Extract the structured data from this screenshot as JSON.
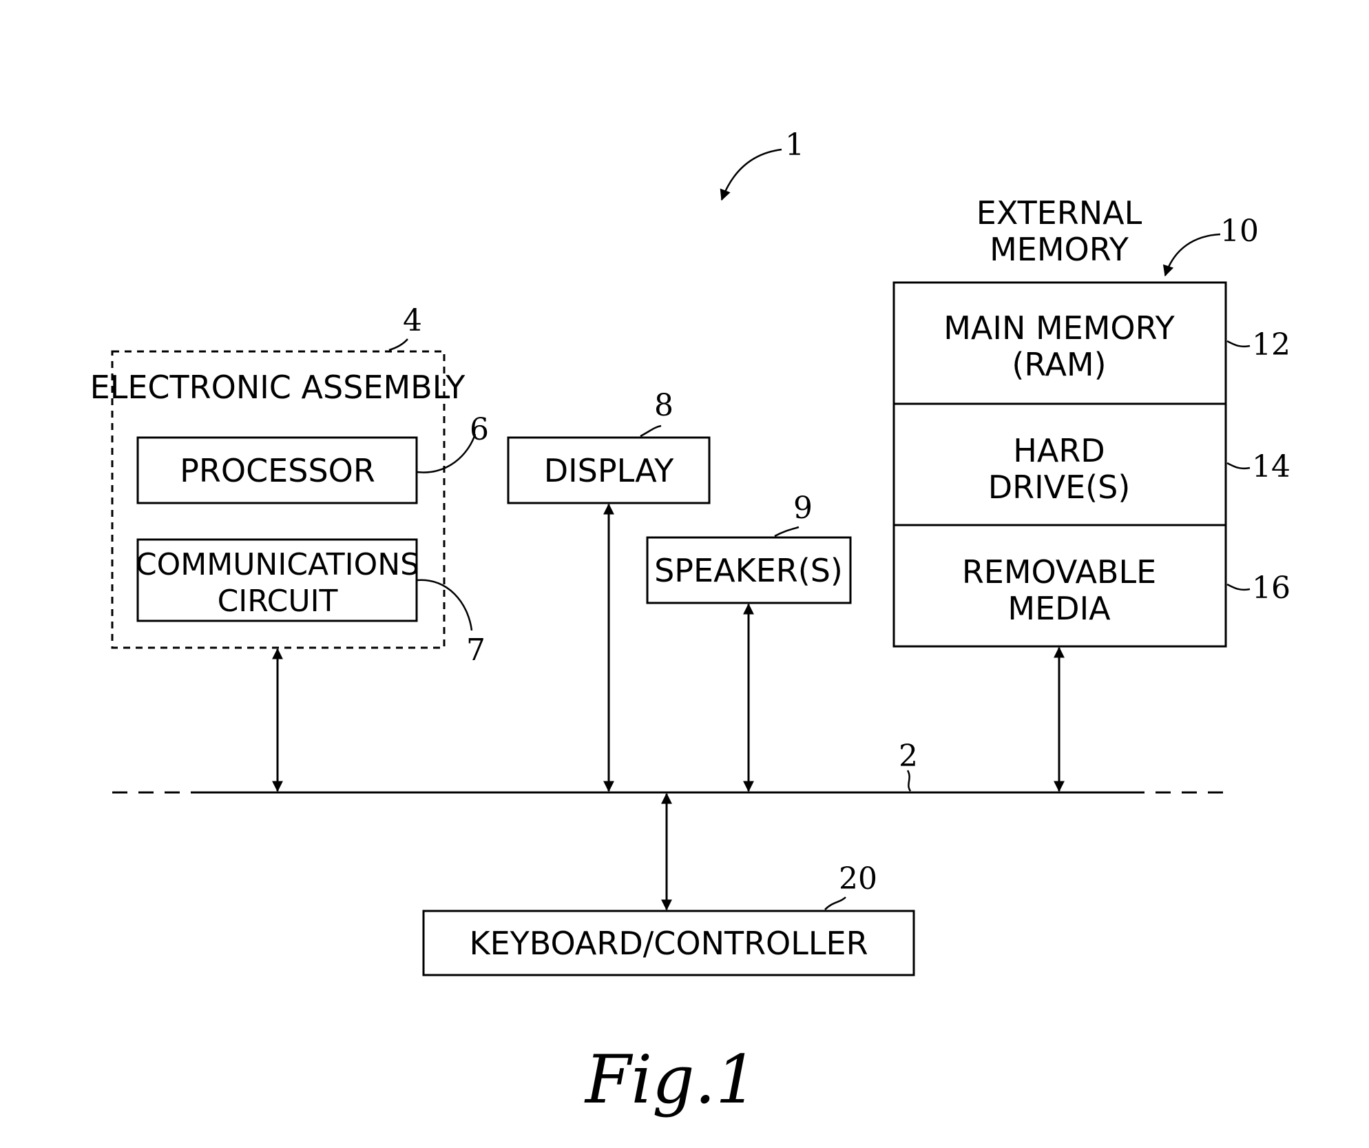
{
  "figure": {
    "caption": "Fig.1"
  },
  "refs": {
    "system": "1",
    "bus": "2",
    "assembly": "4",
    "processor": "6",
    "comm": "7",
    "display": "8",
    "speaker": "9",
    "external": "10",
    "main_memory": "12",
    "hard_drive": "14",
    "removable": "16",
    "keyboard": "20"
  },
  "blocks": {
    "electronic_assembly": "ELECTRONIC ASSEMBLY",
    "processor": "PROCESSOR",
    "comm_line1": "COMMUNICATIONS",
    "comm_line2": "CIRCUIT",
    "display": "DISPLAY",
    "speaker": "SPEAKER(S)",
    "external_line1": "EXTERNAL",
    "external_line2": "MEMORY",
    "main_memory_line1": "MAIN MEMORY",
    "main_memory_line2": "(RAM)",
    "hard_drive_line1": "HARD",
    "hard_drive_line2": "DRIVE(S)",
    "removable_line1": "REMOVABLE",
    "removable_line2": "MEDIA",
    "keyboard": "KEYBOARD/CONTROLLER"
  }
}
